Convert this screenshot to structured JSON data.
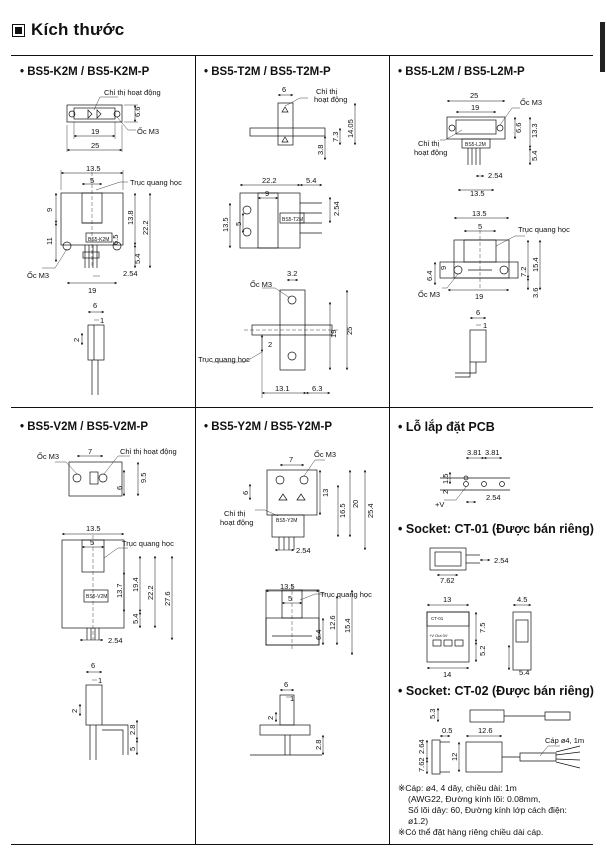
{
  "header": {
    "title": "Kích thước"
  },
  "sections": {
    "k2m": {
      "title": "BS5-K2M / BS5-K2M-P",
      "chi_thi": "Chỉ thị hoạt động",
      "oc_m3": "Ốc M3",
      "truc": "Trục quang học",
      "label": "BS5-K2M",
      "dims": {
        "d19": "19",
        "d25": "25",
        "d66": "6.6",
        "d135": "13.5",
        "d5": "5",
        "d9": "9",
        "d138": "13.8",
        "d222": "22.2",
        "d11": "11",
        "d65": "6.5",
        "d54": "5.4",
        "d254": "2.54",
        "d19b": "19",
        "d6": "6",
        "d1": "1",
        "d2": "2"
      }
    },
    "t2m": {
      "title": "BS5-T2M / BS5-T2M-P",
      "chi_thi_1": "Chỉ thị",
      "chi_thi_2": "hoạt động",
      "oc_m3": "Ốc M3",
      "truc": "Trục quang học",
      "label": "BS5-T2M",
      "dims": {
        "d6": "6",
        "d1405": "14.05",
        "d73": "7.3",
        "d38": "3.8",
        "d222": "22.2",
        "d54": "5.4",
        "d9": "9",
        "d254": "2.54",
        "d135": "13.5",
        "d5": "5",
        "d32": "3.2",
        "d19": "19",
        "d25": "25",
        "d2": "2",
        "d131": "13.1",
        "d63": "6.3"
      }
    },
    "l2m": {
      "title": "BS5-L2M / BS5-L2M-P",
      "chi_thi_1": "Chỉ thị",
      "chi_thi_2": "hoạt động",
      "oc_m3": "Ốc M3",
      "truc": "Trục quang học",
      "label": "BS5-L2M",
      "dims": {
        "d25": "25",
        "d19": "19",
        "d66": "6.6",
        "d133": "13.3",
        "d54": "5.4",
        "d254": "2.54",
        "d135": "13.5",
        "d135b": "13.5",
        "d5": "5",
        "d64": "6.4",
        "d9": "9",
        "d154": "15.4",
        "d72": "7.2",
        "d36": "3.6",
        "d19b": "19",
        "d6": "6",
        "d1": "1"
      }
    },
    "v2m": {
      "title": "BS5-V2M / BS5-V2M-P",
      "chi_thi": "Chỉ thị hoạt động",
      "oc_m3": "Ốc M3",
      "truc": "Trục quang học",
      "label": "BS5-V2M",
      "dims": {
        "d7": "7",
        "d6": "6",
        "d95": "9.5",
        "d135": "13.5",
        "d5": "5",
        "d194": "19.4",
        "d222": "22.2",
        "d276": "27.6",
        "d137": "13.7",
        "d54": "5.4",
        "d254": "2.54",
        "d6b": "6",
        "d1": "1",
        "d2": "2",
        "d28": "2.8",
        "d5b": "5"
      }
    },
    "y2m": {
      "title": "BS5-Y2M / BS5-Y2M-P",
      "chi_thi_1": "Chỉ thị",
      "chi_thi_2": "hoạt động",
      "oc_m3": "Ốc M3",
      "truc": "Trục quang học",
      "label": "BS5-Y2M",
      "dims": {
        "d7": "7",
        "d6": "6",
        "d13": "13",
        "d165": "16.5",
        "d20": "20",
        "d254b": "25.4",
        "d254": "2.54",
        "d135": "13.5",
        "d5": "5",
        "d64": "6.4",
        "d126": "12.6",
        "d154": "15.4",
        "d6b": "6",
        "d1": "1",
        "d2": "2",
        "d28": "2.8"
      }
    },
    "pcb": {
      "title": "Lỗ lắp đặt PCB",
      "d381a": "3.81",
      "d381b": "3.81",
      "d15": "1.5",
      "d2": "2",
      "vplus": "+V",
      "d254": "2.54"
    },
    "ct01": {
      "title": "Socket: CT-01 (Được bán riêng)",
      "d254": "2.54",
      "d762": "7.62",
      "d13": "13",
      "d45": "4.5",
      "d75": "7.5",
      "d52": "5.2",
      "d14": "14",
      "d54": "5.4",
      "label": "CT-01",
      "pins": "+V  Out  0V"
    },
    "ct02": {
      "title": "Socket: CT-02 (Được bán riêng)",
      "d53": "5.3",
      "d05": "0.5",
      "d126": "12.6",
      "cap": "Cáp ø4, 1m",
      "d264": "2.64",
      "d762": "7.62",
      "d12": "12"
    }
  },
  "notes": {
    "n1": "※Cáp: ø4, 4 dây, chiều dài: 1m",
    "n2": "(AWG22, Đường kính lõi: 0.08mm,",
    "n3": "Số lõi dây: 60, Đường kính lớp cách điện:",
    "n4": "ø1.2)",
    "n5": "※Có thể đặt hàng riêng chiều dài cáp."
  }
}
